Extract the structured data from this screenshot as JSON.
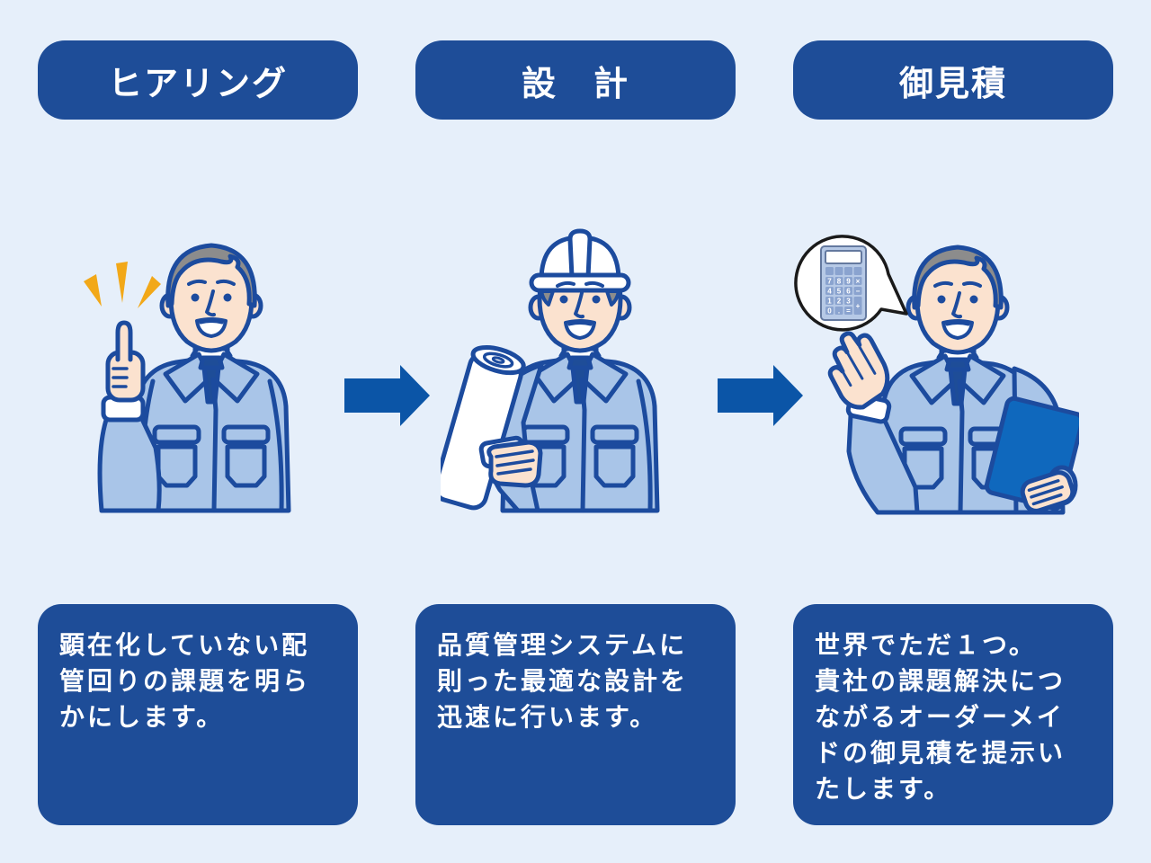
{
  "steps": [
    {
      "title": "ヒアリング",
      "description": "顕在化していない配\n管回りの課題を明ら\nかにします。",
      "illustration": "worker-pointing-up-with-emphasis-marks"
    },
    {
      "title": "設　計",
      "description": "品質管理システムに\n則った最適な設計を\n迅速に行います。",
      "illustration": "worker-hardhat-holding-blueprint-roll"
    },
    {
      "title": "御見積",
      "description": "世界でただ１つ。\n貴社の課題解決につ\nながるオーダーメイ\nドの御見積を提示い\nたします。",
      "illustration": "worker-presenting-with-calculator-bubble-and-clipboard"
    }
  ],
  "arrows": {
    "count": 2,
    "direction": "right"
  },
  "colors": {
    "background": "#e6effa",
    "panel_blue": "#1e4d98",
    "arrow_blue": "#0b55a7",
    "outline_blue": "#1c4b9e",
    "jacket_blue": "#a9c5e8",
    "skin": "#fbe2cf",
    "hair_gray": "#8c8c8c",
    "accent_orange": "#f2a818",
    "clipboard_blue": "#0f68bd",
    "text_white": "#ffffff"
  },
  "illustrations": {
    "calculator": {
      "key_rows": [
        [
          "7",
          "8",
          "9",
          "×"
        ],
        [
          "4",
          "5",
          "6",
          "−"
        ],
        [
          "1",
          "2",
          "3"
        ],
        [
          "0",
          ".",
          "="
        ]
      ],
      "tall_key": "+"
    }
  }
}
